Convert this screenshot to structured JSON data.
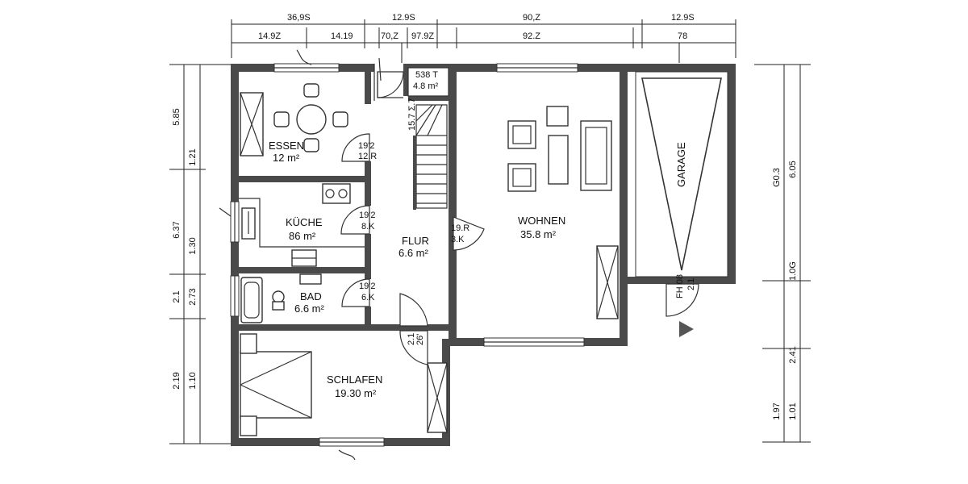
{
  "rooms": {
    "essen": {
      "name": "ESSEN",
      "area": "12 m²"
    },
    "kueche": {
      "name": "KÜCHE",
      "area": "86 m²"
    },
    "bad": {
      "name": "BAD",
      "area": "6.6 m²"
    },
    "flur": {
      "name": "FLUR",
      "area": "6.6 m²"
    },
    "wohnen": {
      "name": "WOHNEN",
      "area": "35.8 m²"
    },
    "schlafen": {
      "name": "SCHLAFEN",
      "area": "19.30 m²"
    },
    "garage": {
      "name": "GARAGE"
    },
    "wc": {
      "name": "538 T",
      "area": "4.8 m²"
    }
  },
  "door_labels": {
    "essen_a": "19'2",
    "essen_b": "12.R",
    "kueche_a": "19'2",
    "kueche_b": "8.K",
    "bad_a": "19'2",
    "bad_b": "6.K",
    "wohnen_a": "19.R",
    "wohnen_b": "3.K",
    "schlafen_a": "2.1",
    "schlafen_b": "26'",
    "stair": "15.7 Σ.7",
    "garage_a": "FH 08",
    "garage_b": "2.1"
  },
  "dimensions": {
    "top_row1": [
      "36,9S",
      "12.9S",
      "90,Z",
      "12.9S"
    ],
    "top_row2": [
      "14.9Z",
      "14.19",
      "70,Z",
      "97.9Z",
      "92.Z",
      "78"
    ],
    "left_outer": [
      "5.85",
      "6.37",
      "2.1",
      "2.19"
    ],
    "left_inner": [
      "1.21",
      "1.30",
      "2.73",
      "1.10"
    ],
    "right_outer": [
      "G0.3",
      "1.97"
    ],
    "right_inner": [
      "6.05",
      "1.0G",
      "2.41",
      "1.01"
    ]
  }
}
